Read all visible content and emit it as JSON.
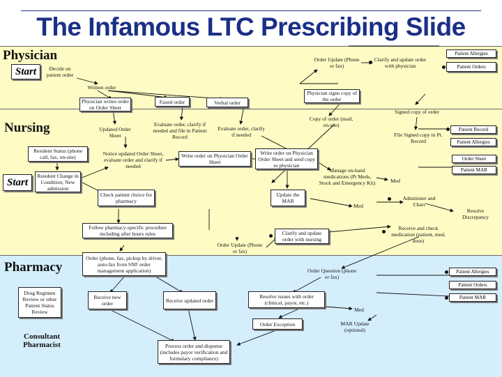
{
  "title": "The Infamous LTC Prescribing Slide",
  "lanes": {
    "physician": "Physician",
    "nursing": "Nursing",
    "pharmacy": "Pharmacy",
    "consultant": "Consultant Pharmacist"
  },
  "start_label": "Start",
  "nodes": {
    "decide_order": "Decide on patient order",
    "written_order": "Written order",
    "physician_writes": "Physician writes order on Order Sheet",
    "faxed_order": "Faxed order",
    "verbal_order": "Verbal order",
    "order_update_phys": "Order Update (Phone or fax)",
    "clarify_physician": "Clarify and update order with physician",
    "physician_signs": "Physician signs copy of the order",
    "signed_copy": "Signed copy of order",
    "copy_of_order": "Copy of order (mail, on-site)",
    "updated_order_sheet": "Updated Order Sheet",
    "evaluate_clarify_file": "Evaluate order, clarify if needed and file in Patient Record",
    "evaluate_clarify": "Evaluate order, clarify if needed",
    "file_signed_copy": "File Signed copy in Pt. Record",
    "resident_status": "Resident Status (phone call, fax, on-site)",
    "resident_change": "Resident Change in Condition; New admission",
    "notice_updated": "Notice updated Order Sheet, evaluate order and clarify if needed",
    "write_order_phys_sheet": "Write order on Physician Order Sheet",
    "write_order_send": "Write order on Physician Order Sheet and send copy to physician",
    "manage_onhand": "Manage on-hand medications (Pt Meds, Stock and Emergency Kit)",
    "med_nursing_1": "Med",
    "check_choice": "Check patient choice for pharmacy",
    "update_mar": "Update the MAR",
    "med_nursing_2": "Med",
    "administer_chart": "Administer and Chart",
    "resolve_discrepancy": "Resolve Discrepancy",
    "follow_procedure": "Follow pharmacy-specific procedure including after hours rules",
    "clarify_nursing": "Clarify and update order with nursing",
    "receive_check": "Receive and check medication (patient, med, dose)",
    "order_update_nurs": "Order Update (Phone or fax)",
    "order_methods": "Order (phone, fax, pickup by driver, auto-fax from SNF order management application)",
    "order_question": "Order Question (phone or fax)",
    "drug_regimen": "Drug Regimen Review or other Patient Status Review",
    "receive_new": "Receive new order",
    "receive_updated": "Receive updated order",
    "resolve_issues": "Resolve issues with order (clinical, payor, etc.)",
    "med_pharmacy": "Med",
    "order_exception": "Order Exception",
    "mar_update_optional": "MAR Update (optional)",
    "process_dispense": "Process order and dispense (includes payor verification and formulary compliance)"
  },
  "tags": {
    "phys_allergies": "Patient Allergies",
    "phys_orders": "Patient Orders",
    "nurs_record": "Patient Record",
    "nurs_allergies": "Patient Allergies",
    "nurs_order_sheet": "Order Sheet",
    "nurs_mar": "Patient MAR",
    "pharm_allergies": "Patient Allergies",
    "pharm_orders": "Patient Orders",
    "pharm_mar": "Patient MAR"
  },
  "colors": {
    "title": "#1a2f86",
    "lane_yellow": "#fffbc4",
    "lane_blue": "#d5eefc"
  }
}
